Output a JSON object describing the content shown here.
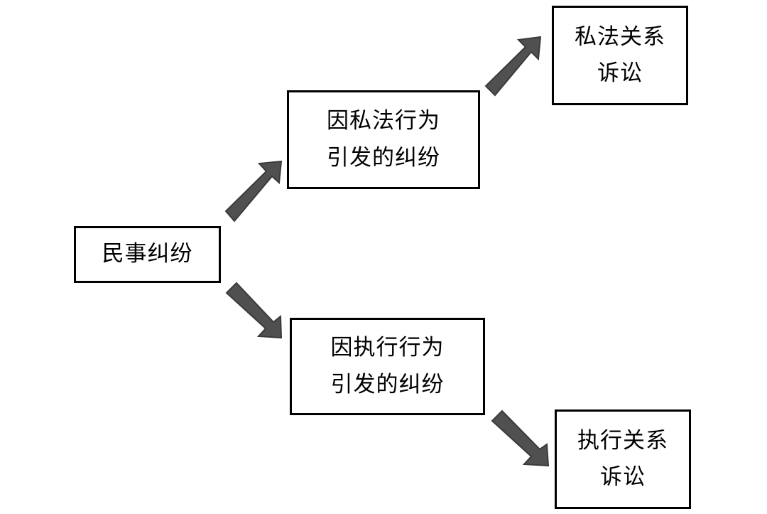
{
  "nodes": {
    "root": {
      "lines": [
        "民事纠纷"
      ]
    },
    "private_dispute": {
      "lines": [
        "因私法行为",
        "引发的纠纷"
      ]
    },
    "exec_dispute": {
      "lines": [
        "因执行行为",
        "引发的纠纷"
      ]
    },
    "private_suit": {
      "lines": [
        "私法关系",
        "诉讼"
      ]
    },
    "exec_suit": {
      "lines": [
        "执行关系",
        "诉讼"
      ]
    }
  },
  "colors": {
    "arrow": "#505050",
    "border": "#000000",
    "background": "#ffffff"
  }
}
